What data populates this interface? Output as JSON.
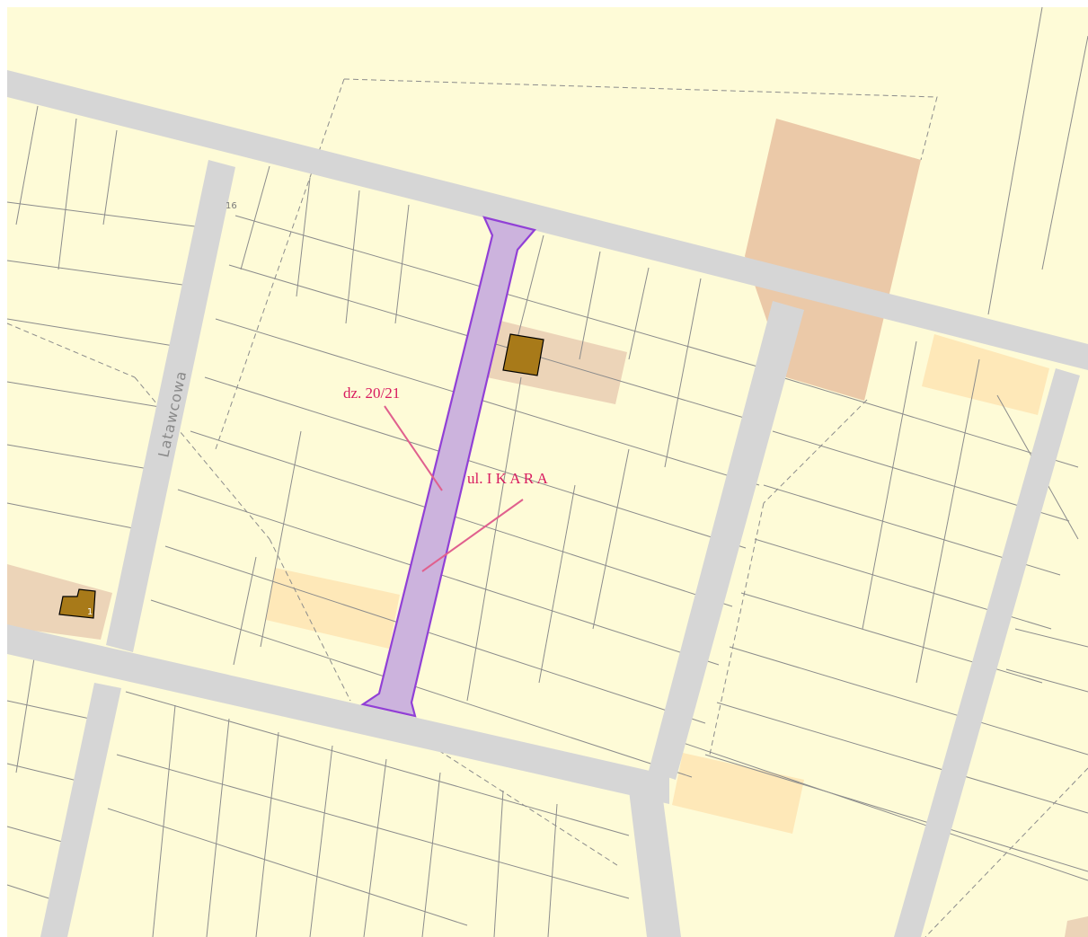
{
  "map": {
    "street_name": "Latawcowa",
    "house_number_top": "16",
    "house_number_left": "1",
    "annotations": {
      "parcel": "dz. 20/21",
      "street": "ul. I K A R A"
    }
  },
  "colors": {
    "background": "#fefbd7",
    "road": "#d6d6d6",
    "parcel_line": "#8c8c8c",
    "zone_tan": "#ebc9a8",
    "zone_light_tan": "#ecd4b8",
    "zone_yellow": "#fee8b8",
    "building": "#a87a19",
    "highlight_fill": "#ccb3dd",
    "highlight_stroke": "#9140d6",
    "annotation": "#d81b60"
  }
}
